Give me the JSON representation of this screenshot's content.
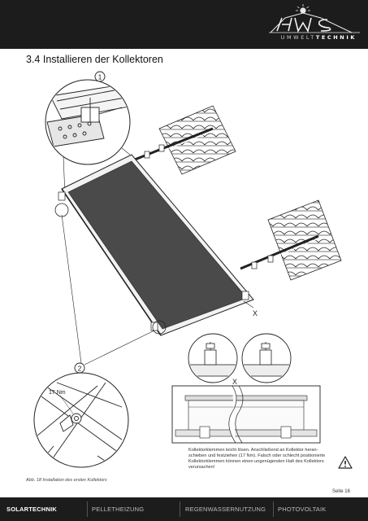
{
  "header": {
    "logo_lettering": "HWS",
    "logo_sub_prefix": "UMWELT",
    "logo_sub_suffix": "TECHNIK"
  },
  "section_title": "3.4 Installieren der Kollektoren",
  "figure": {
    "callout_1": "1",
    "callout_2": "2",
    "torque_label": "17 Nm",
    "marker_x_main": "X",
    "marker_x_detail": "X"
  },
  "notice_text": "Kollektorklemmen leicht lösen. Anschließend an Kollektor heran-schieben und festziehen (17 Nm). Falsch oder schlecht positionierte Kollektorklemmen können einen ungenügenden Halt des Kollektors verursachen!",
  "warning_icon": "warning-triangle-icon",
  "caption": "Abb. 18 Installation des ersten Kollektors",
  "page_number": "Seite 16",
  "footer": {
    "brand": "SOLARTECHNIK",
    "items": [
      "PELLETHEIZUNG",
      "REGENWASSERNUTZUNG",
      "PHOTOVOLTAIK"
    ]
  },
  "colors": {
    "header_bg": "#1c1c1c",
    "collector_panel": "#4a4a4a",
    "line": "#222222"
  }
}
